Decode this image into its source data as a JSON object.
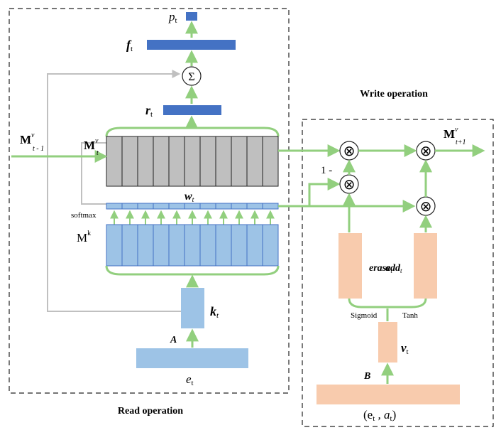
{
  "read_panel": {
    "caption": "Read operation"
  },
  "write_panel": {
    "caption": "Write operation"
  },
  "labels": {
    "p": "p",
    "p_sub": "t",
    "f": "f",
    "f_sub": "t",
    "r": "r",
    "r_sub": "t",
    "sum": "Σ",
    "M_prev": "M",
    "M_prev_sup": "v",
    "M_prev_sub": "t - 1",
    "M_cur": "M",
    "M_cur_sup": "v",
    "M_cur_sub": "t",
    "M_next": "M",
    "M_next_sup": "v",
    "M_next_sub": "t+1",
    "w": "w",
    "w_sub": "t",
    "softmax": "softmax",
    "M_key": "M",
    "M_key_sup": "k",
    "k": "k",
    "k_sub": "t",
    "A": "A",
    "e": "e",
    "e_sub": "t",
    "one_minus": "1 -",
    "erase": "erase",
    "erase_sub": "t",
    "add": "add",
    "add_sub": "t",
    "sigmoid": "Sigmoid",
    "tanh": "Tanh",
    "v": "v",
    "v_sub": "t",
    "B": "B",
    "input_pair": "(e",
    "input_pair_sub1": "t",
    "input_pair_mid": " ,  a",
    "input_pair_sub2": "t",
    "input_pair_end": ")"
  },
  "ops": {
    "multiply": "⊗"
  },
  "colors": {
    "arrow_green": "#92cf7e",
    "memory_gray": "#bfbfbf",
    "key_blue": "#9dc3e6",
    "dark_blue": "#4472c4",
    "orange": "#f8cbad",
    "gray_line": "#c0c0c0"
  }
}
